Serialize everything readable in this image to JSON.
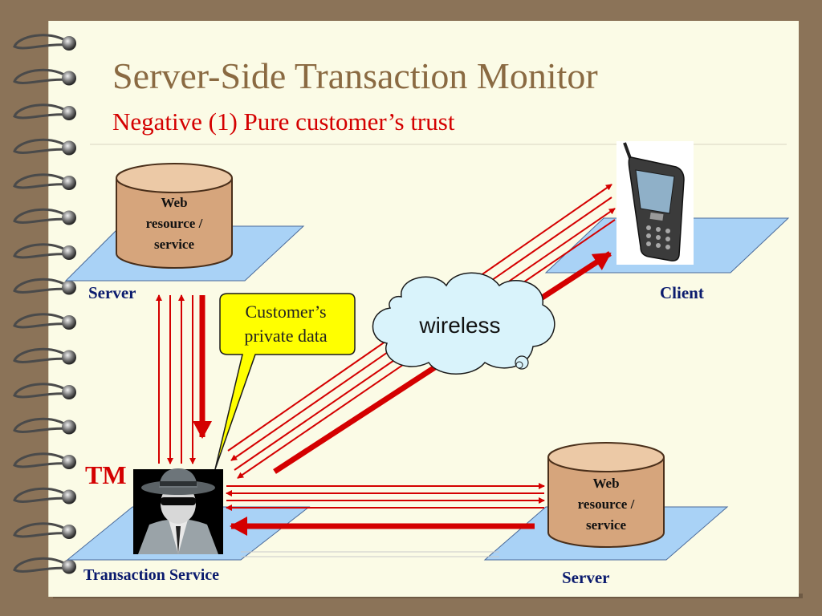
{
  "slide": {
    "title": "Server-Side Transaction Monitor",
    "subtitle": "Negative (1) Pure customer’s trust"
  },
  "diagram": {
    "top_server": {
      "cylinder_lines": [
        "Web",
        "resource /",
        "service"
      ],
      "label": "Server"
    },
    "client": {
      "label": "Client"
    },
    "bottom_server": {
      "cylinder_lines": [
        "Web",
        "resource /",
        "service"
      ],
      "label": "Server"
    },
    "transaction_monitor": {
      "tag": "TM",
      "label": "Transaction Service"
    },
    "callout": {
      "lines": [
        "Customer’s",
        "private data"
      ]
    },
    "cloud": {
      "text": "wireless"
    }
  },
  "colors": {
    "background": "#8b7358",
    "paper": "#fbfbe6",
    "title": "#8a6a42",
    "accent_red": "#d40000",
    "label_blue": "#0b1b6e",
    "platform_blue": "#a9d2f6",
    "cylinder": "#d6a57c",
    "callout_yellow": "#ffff00",
    "cloud_fill": "#d9f3fb"
  },
  "icons": [
    "spiral-binding-icon",
    "mobile-phone-icon",
    "spy-agent-icon",
    "database-cylinder-icon",
    "cloud-icon"
  ]
}
